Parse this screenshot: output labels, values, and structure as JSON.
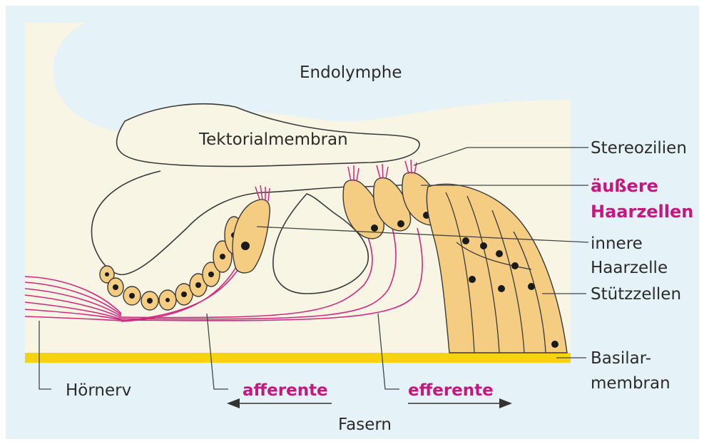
{
  "labels": {
    "endolymph": "Endolymphe",
    "tectorial": "Tektorialmembran",
    "stereocilia": "Stereozilien",
    "outer_hair_1": "äußere",
    "outer_hair_2": "Haarzellen",
    "inner_hair_1": "innere",
    "inner_hair_2": "Haarzelle",
    "support": "Stützzellen",
    "basilar_1": "Basilar-",
    "basilar_2": "membran",
    "auditory_nerve": "Hörnerv",
    "afferent": "afferente",
    "efferent": "efferente",
    "fibers": "Fasern"
  },
  "colors": {
    "background": "#e5f3f8",
    "tissue": "#f8f5e4",
    "cell": "#f4cd83",
    "nerve": "#d2297f",
    "basilar": "#f5d40f",
    "highlight_text": "#c4177f"
  }
}
